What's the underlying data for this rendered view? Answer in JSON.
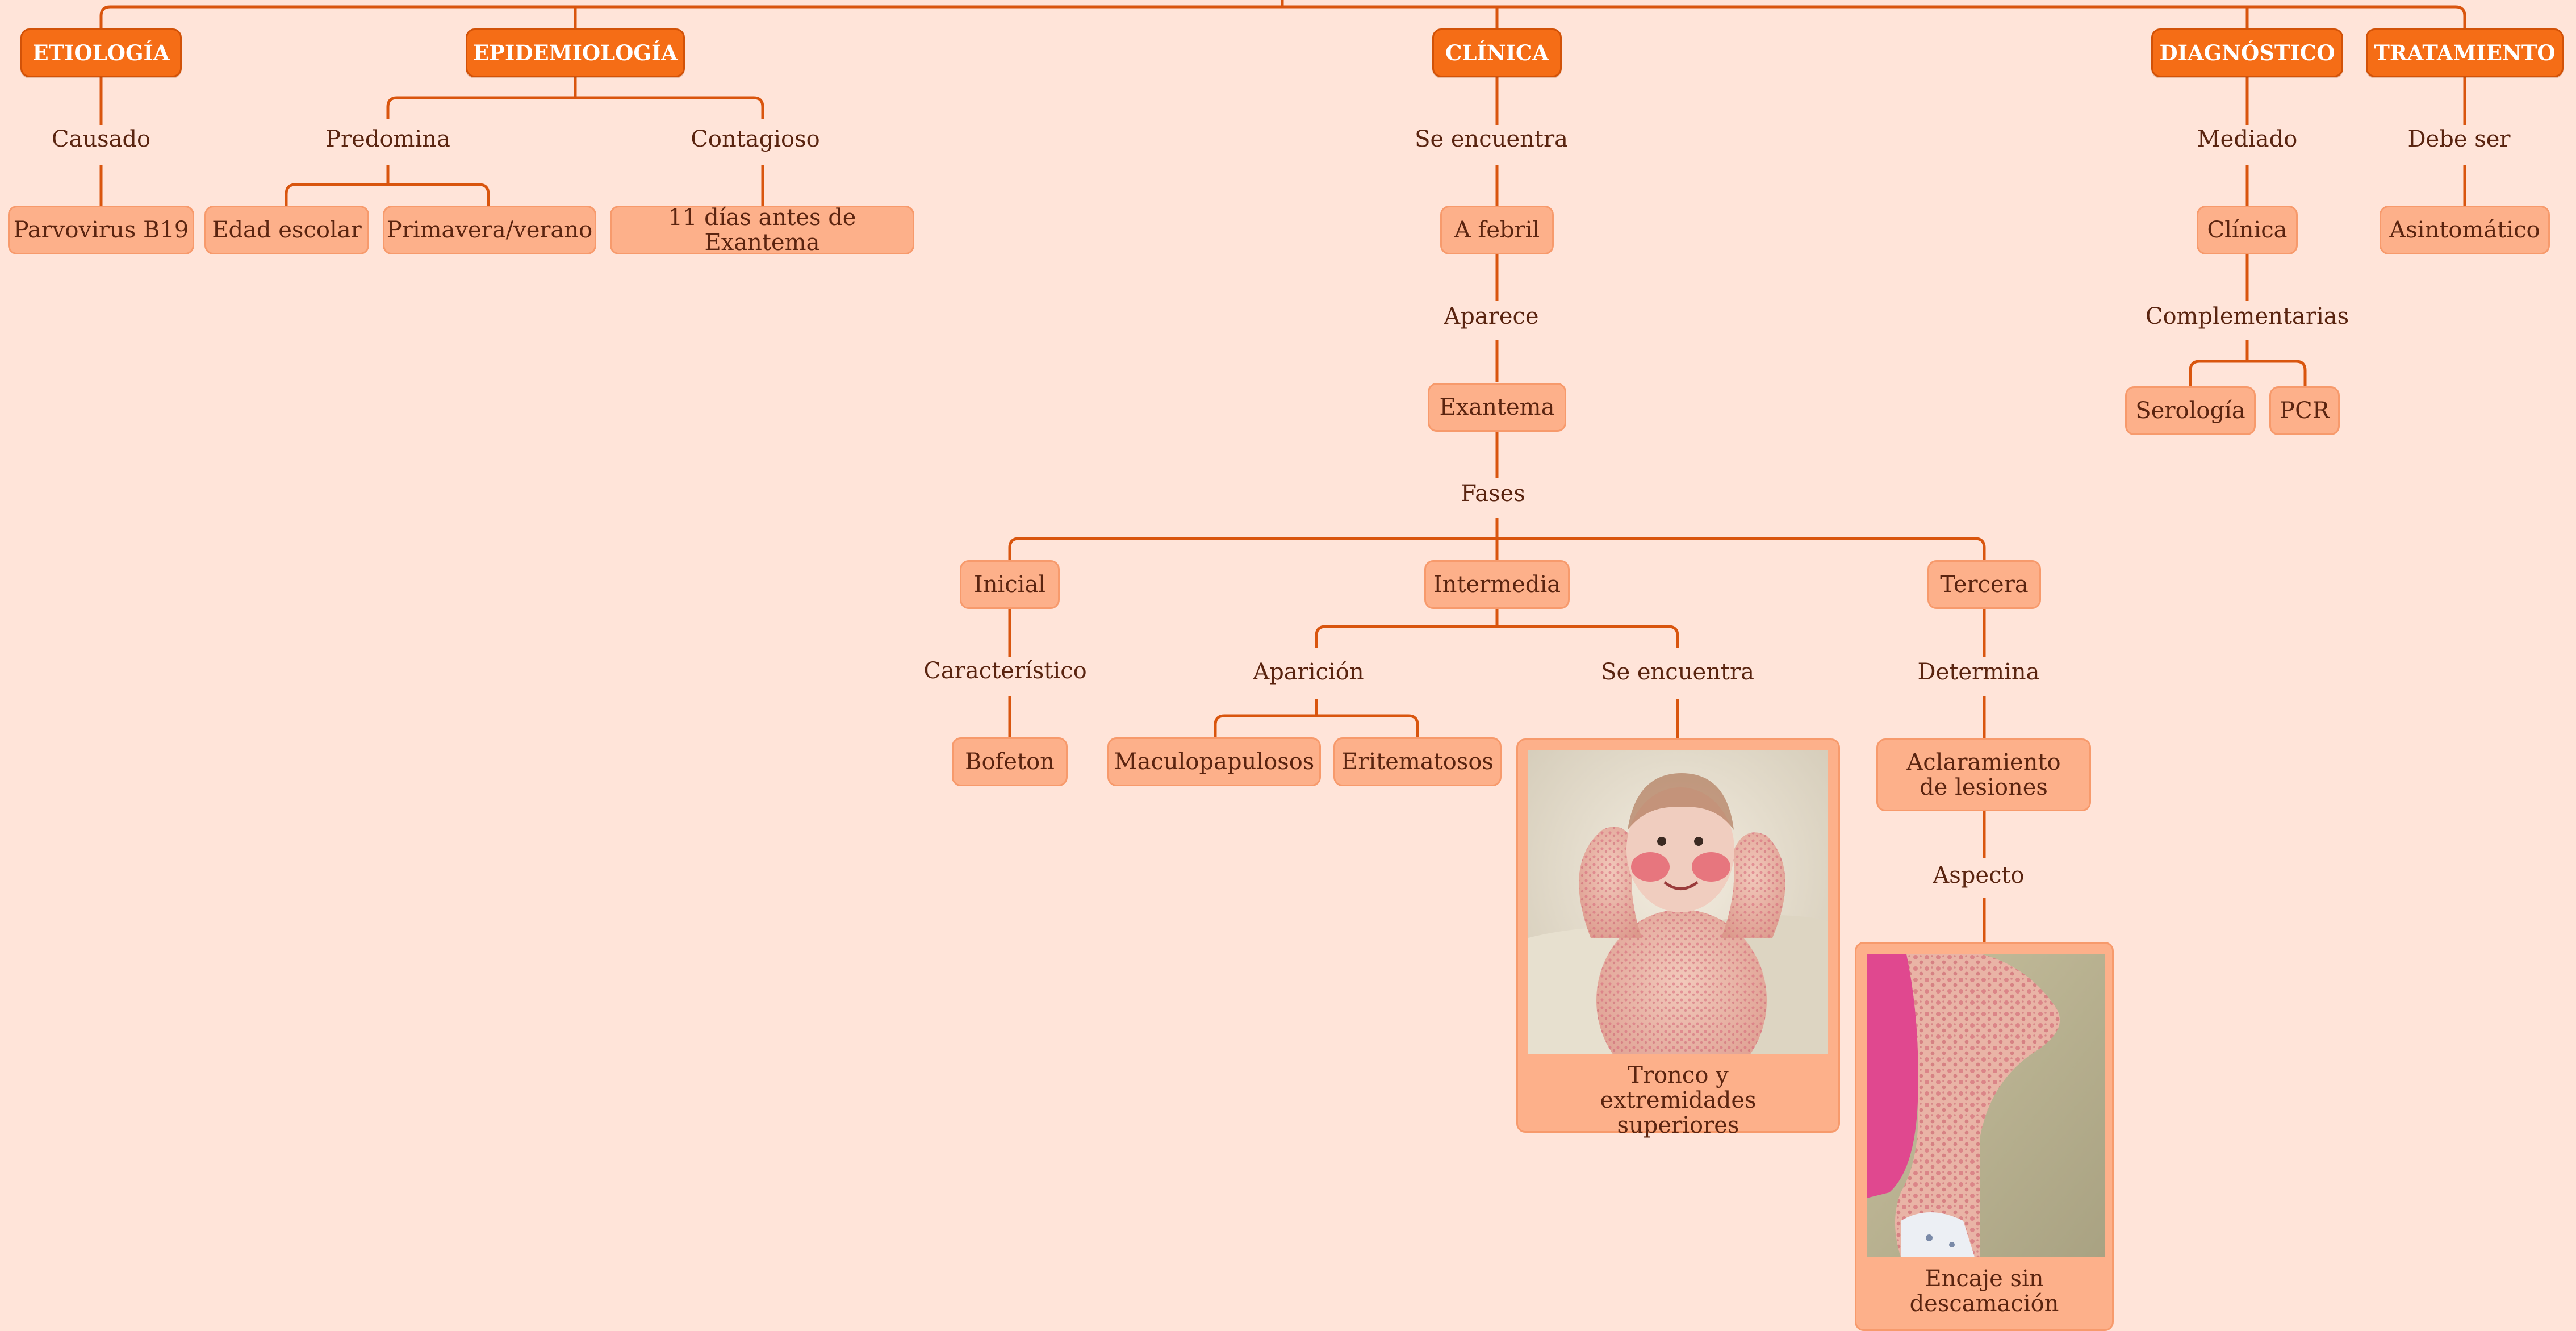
{
  "diagram": {
    "categories": {
      "etiologia": "ETIOLOGÍA",
      "epidemiologia": "EPIDEMIOLOGÍA",
      "clinica": "CLÍNICA",
      "diagnostico": "DIAGNÓSTICO",
      "tratamiento": "TRATAMIENTO"
    },
    "etiologia": {
      "link": "Causado",
      "agent": "Parvovirus B19"
    },
    "epidemiologia": {
      "link_predomina": "Predomina",
      "edad": "Edad escolar",
      "estacion": "Primavera/verano",
      "link_contagioso": "Contagioso",
      "contagio": "11 días antes de Exantema"
    },
    "clinica": {
      "link_encuentra": "Se encuentra",
      "febril": "A febril",
      "link_aparece": "Aparece",
      "exantema": "Exantema",
      "link_fases": "Fases",
      "inicial": "Inicial",
      "intermedia": "Intermedia",
      "tercera": "Tercera",
      "link_caracteristico": "Característico",
      "bofeton": "Bofeton",
      "link_aparicion": "Aparición",
      "maculopapulosos": "Maculopapulosos",
      "eritematosos": "Eritematosos",
      "link_se_encuentra": "Se encuentra",
      "tronco_caption": "Tronco y extremidades superiores",
      "link_determina": "Determina",
      "aclaramiento": "Aclaramiento de lesiones",
      "link_aspecto": "Aspecto",
      "encaje_caption": "Encaje sin descamación"
    },
    "diagnostico": {
      "link_mediado": "Mediado",
      "clinica": "Clínica",
      "link_complementarias": "Complementarias",
      "serologia": "Serología",
      "pcr": "PCR"
    },
    "tratamiento": {
      "link": "Debe ser",
      "value": "Asintomático"
    },
    "colors": {
      "background": "#ffe4d9",
      "accent": "#f56d16",
      "line": "#d9550e",
      "node": "#fdb08a",
      "text": "#5a2410"
    }
  }
}
